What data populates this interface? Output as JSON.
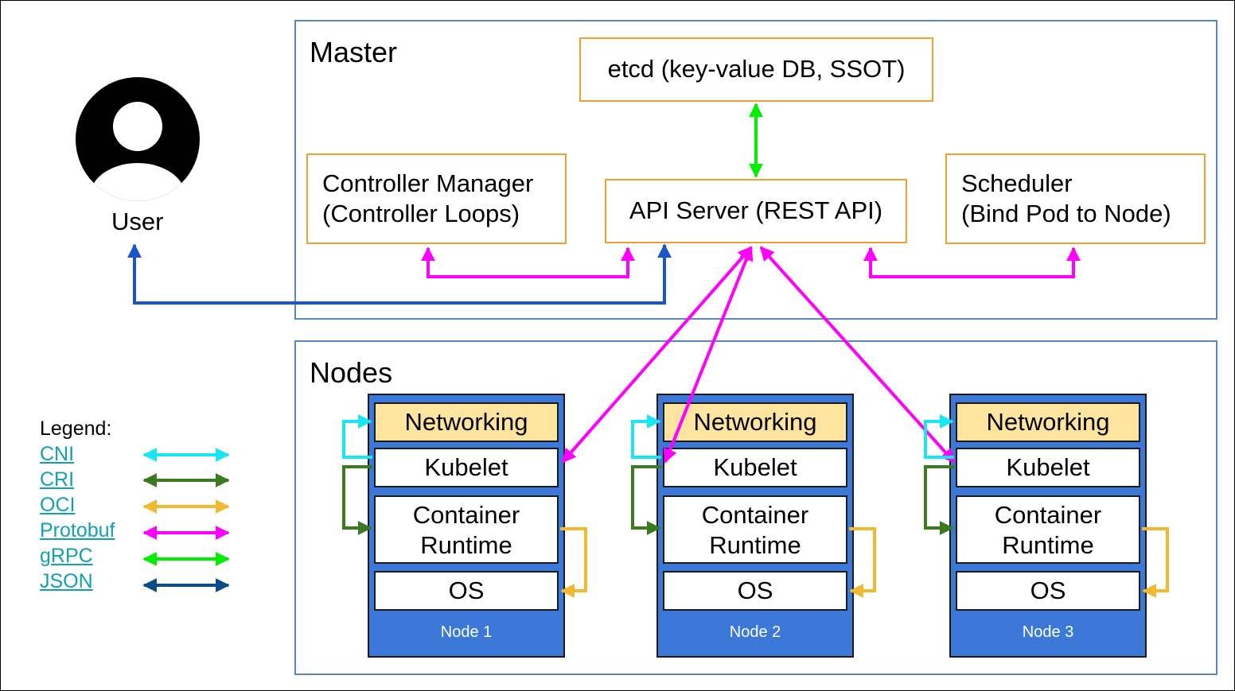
{
  "master": {
    "title": "Master",
    "etcd": "etcd (key-value DB, SSOT)",
    "controller_manager": [
      "Controller Manager",
      "(Controller Loops)"
    ],
    "api_server": "API Server (REST API)",
    "scheduler": [
      "Scheduler",
      "(Bind Pod to Node)"
    ]
  },
  "user": {
    "label": "User",
    "icon": "user-avatar-icon"
  },
  "nodes": {
    "title": "Nodes",
    "items": [
      {
        "label": "Node 1",
        "layers": {
          "networking": "Networking",
          "kubelet": "Kubelet",
          "runtime": [
            "Container",
            "Runtime"
          ],
          "os": "OS"
        }
      },
      {
        "label": "Node 2",
        "layers": {
          "networking": "Networking",
          "kubelet": "Kubelet",
          "runtime": [
            "Container",
            "Runtime"
          ],
          "os": "OS"
        }
      },
      {
        "label": "Node 3",
        "layers": {
          "networking": "Networking",
          "kubelet": "Kubelet",
          "runtime": [
            "Container",
            "Runtime"
          ],
          "os": "OS"
        }
      }
    ]
  },
  "legend": {
    "title": "Legend:",
    "items": [
      {
        "label": "CNI",
        "color": "#19e6f5"
      },
      {
        "label": "CRI",
        "color": "#3a7a22"
      },
      {
        "label": "OCI",
        "color": "#f0b930"
      },
      {
        "label": "Protobuf",
        "color": "#ff00ff"
      },
      {
        "label": "gRPC",
        "color": "#00ee00"
      },
      {
        "label": "JSON",
        "color": "#0b4c8c"
      }
    ]
  },
  "colors": {
    "region_border": "#5b87c0",
    "component_border": "#f0a030",
    "node_fill": "#3b78d8",
    "networking_fill": "#ffe4a0",
    "user_arrow": "#1a56c8"
  }
}
